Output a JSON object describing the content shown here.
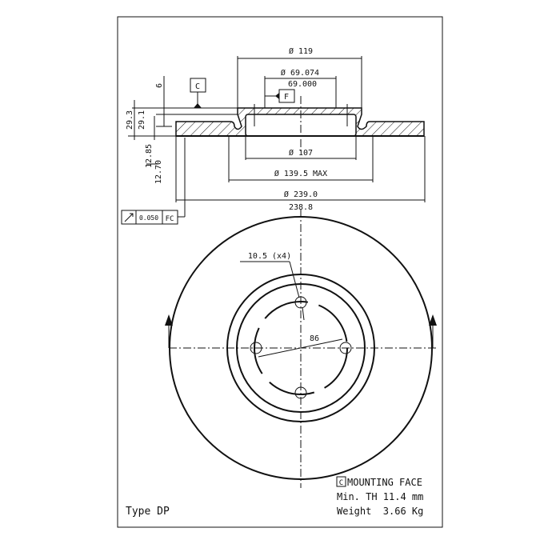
{
  "drawing": {
    "dims": {
      "d_hat": "Ø 119",
      "d_bore_max": "Ø 69.074",
      "d_bore_min": "69.000",
      "d_inner": "Ø 107",
      "d_contact": "Ø 139.5 MAX",
      "d_outer_max": "Ø 239.0",
      "d_outer_min": "238.8",
      "height_max": "29.3",
      "height_min": "29.1",
      "hat_step": "6",
      "thick_max": "12.85",
      "thick_min": "12.70",
      "pcd": "86",
      "bolt_holes": "10.5 (x4)"
    },
    "datum_c": "C",
    "datum_f": "F",
    "tolerance": {
      "value": "0.050",
      "ref": "FC"
    }
  },
  "notes": {
    "mounting_face_symbol": "C",
    "mounting_face": "MOUNTING FACE",
    "min_th": "Min. TH 11.4 mm",
    "weight": "Weight  3.66 Kg",
    "type": "Type DP"
  }
}
